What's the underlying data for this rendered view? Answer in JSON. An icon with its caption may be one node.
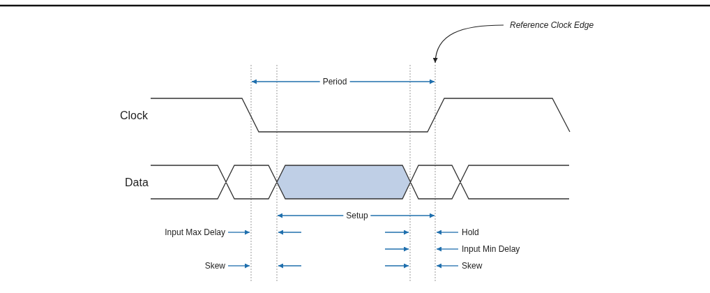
{
  "diagram": {
    "nodes": [
      {
        "text": [
          "Reference Clock Edge"
        ]
      },
      {
        "text": [],
        "shape": "line"
      }
    ],
    "edges": [
      {
        "from": 0,
        "to": 1,
        "arrow": "to"
      }
    ],
    "labels": [
      "Period",
      "Clock",
      "Data",
      "Setup",
      "Input Max Delay",
      "Hold",
      "Input Min Delay",
      "Skew",
      "Skew"
    ]
  }
}
